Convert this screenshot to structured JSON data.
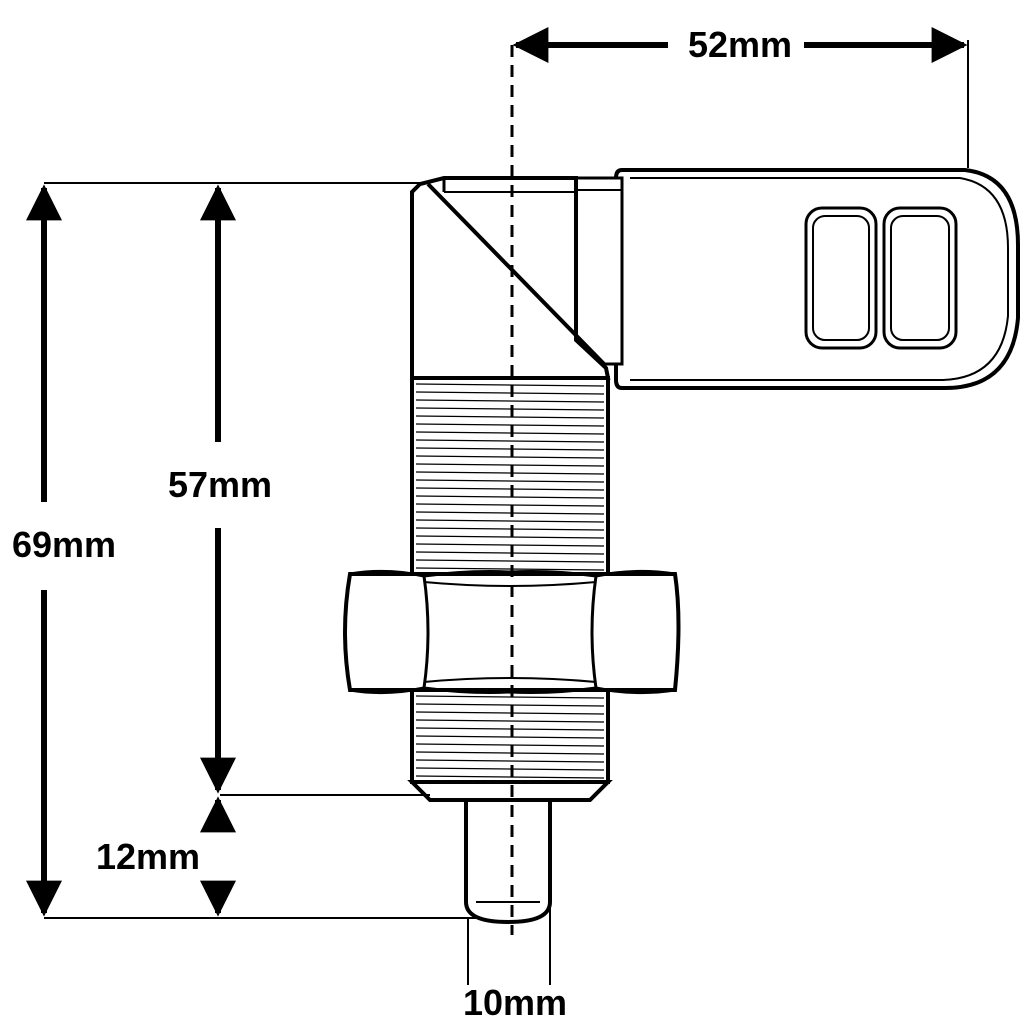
{
  "dimensions": {
    "width_top": "52mm",
    "height_overall": "69mm",
    "height_body": "57mm",
    "pin_length": "12mm",
    "pin_diameter": "10mm"
  },
  "colors": {
    "line": "#000000",
    "background": "#ffffff"
  }
}
